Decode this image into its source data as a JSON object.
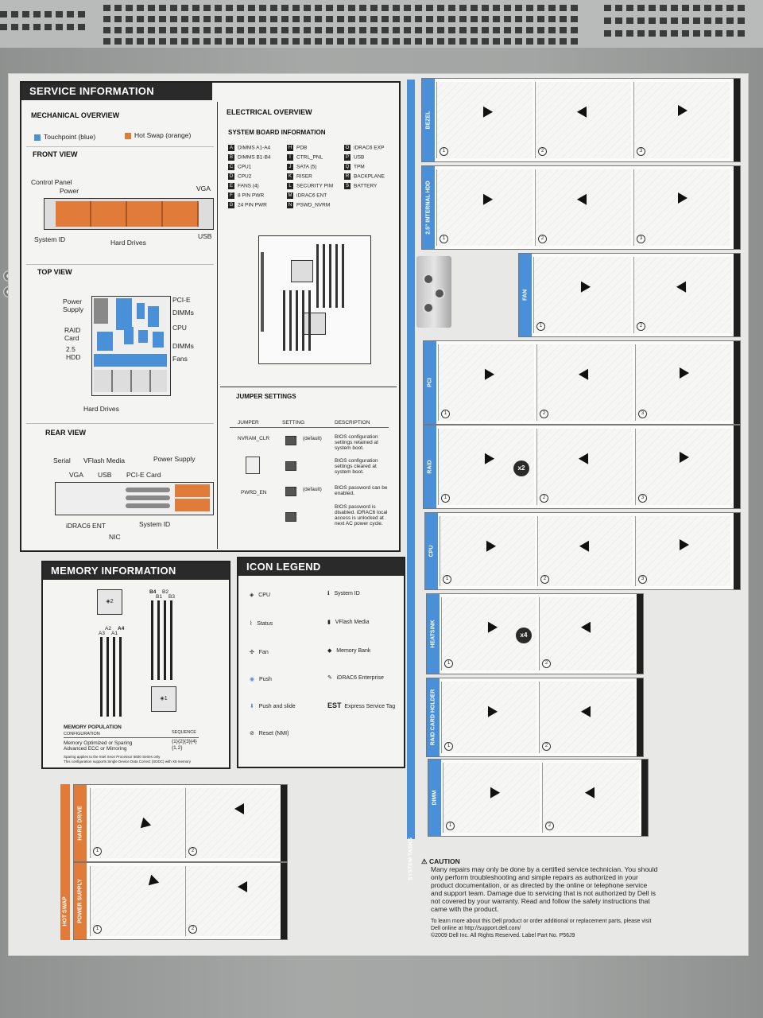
{
  "service": {
    "title": "SERVICE INFORMATION",
    "mechanical": {
      "title": "MECHANICAL OVERVIEW",
      "legend_blue": "Touchpoint (blue)",
      "legend_orange": "Hot Swap (orange)",
      "front_view": "FRONT VIEW",
      "front_labels": {
        "control_panel": "Control Panel",
        "power": "Power",
        "vga": "VGA",
        "system_id": "System ID",
        "hard_drives": "Hard Drives",
        "usb": "USB"
      },
      "top_view": "TOP VIEW",
      "top_labels": {
        "power_supply": "Power\nSupply",
        "pcie": "PCI-E",
        "dimms1": "DIMMs",
        "cpu": "CPU",
        "raid_card": "RAID\nCard",
        "dimms2": "DIMMs",
        "hdd": "2.5\nHDD",
        "fans": "Fans",
        "hard_drives": "Hard Drives"
      },
      "rear_view": "REAR VIEW",
      "rear_labels": {
        "serial": "Serial",
        "vflash": "VFlash Media",
        "power_supply": "Power Supply",
        "vga": "VGA",
        "usb": "USB",
        "pcie_card": "PCI-E Card",
        "idrac": "iDRAC6 ENT",
        "system_id": "System ID",
        "nic": "NIC"
      }
    },
    "electrical": {
      "title": "ELECTRICAL OVERVIEW",
      "board_info": "SYSTEM BOARD INFORMATION",
      "col1": [
        {
          "k": "A",
          "v": "DIMMS A1-A4"
        },
        {
          "k": "B",
          "v": "DIMMS B1-B4"
        },
        {
          "k": "C",
          "v": "CPU1"
        },
        {
          "k": "D",
          "v": "CPU2"
        },
        {
          "k": "E",
          "v": "FANS (4)"
        },
        {
          "k": "F",
          "v": "8 PIN PWR"
        },
        {
          "k": "G",
          "v": "24 PIN PWR"
        }
      ],
      "col2": [
        {
          "k": "H",
          "v": "PDB"
        },
        {
          "k": "I",
          "v": "CTRL_PNL"
        },
        {
          "k": "J",
          "v": "SATA (5)"
        },
        {
          "k": "K",
          "v": "RISER"
        },
        {
          "k": "L",
          "v": "SECURITY PIM"
        },
        {
          "k": "M",
          "v": "iDRAC6 ENT"
        },
        {
          "k": "N",
          "v": "PSWD_NVRM"
        }
      ],
      "col3": [
        {
          "k": "O",
          "v": "iDRAC6 EXP"
        },
        {
          "k": "P",
          "v": "USB"
        },
        {
          "k": "Q",
          "v": "TPM"
        },
        {
          "k": "R",
          "v": "BACKPLANE"
        },
        {
          "k": "S",
          "v": "BATTERY"
        }
      ],
      "jumper_title": "JUMPER SETTINGS",
      "jumper_headers": {
        "jumper": "JUMPER",
        "setting": "SETTING",
        "description": "DESCRIPTION"
      },
      "jumper_names": {
        "nvram": "NVRAM_CLR",
        "pwrd": "PWRD_EN"
      },
      "jumper_rows": [
        {
          "setting": "(default)",
          "desc": "BIOS configuration settings retained at system boot."
        },
        {
          "setting": "",
          "desc": "BIOS configuration settings cleared at system boot."
        },
        {
          "setting": "(default)",
          "desc": "BIOS password can be enabled."
        },
        {
          "setting": "",
          "desc": "BIOS password is disabled. iDRAC6 local access is unlocked at next AC power cycle."
        }
      ]
    }
  },
  "memory": {
    "title": "MEMORY INFORMATION",
    "slots": {
      "b4": "B4",
      "b1": "B1",
      "b2": "B2",
      "b3": "B3",
      "a3": "A3",
      "a2": "A2",
      "a1": "A1",
      "a4": "A4"
    },
    "cpu2": "2",
    "cpu1": "1",
    "population": "MEMORY POPULATION",
    "configuration": "CONFIGURATION",
    "sequence": "SEQUENCE",
    "row1_config": "Memory Optimized or Sparing",
    "row1_seq": "{1}{2}{3}{4}",
    "row2_config": "Advanced ECC or Mirroring",
    "row2_seq": "{1,2}",
    "foot1": "Sparing applies to the Intel Xeon Processor 5600 Series only",
    "foot2": "This configuration supports Single Device Data Correct (SDDC) with X8 memory"
  },
  "legend": {
    "title": "ICON LEGEND",
    "left": [
      "CPU",
      "Status",
      "Fan",
      "Push",
      "Push and slide",
      "Reset (NMI)"
    ],
    "right": [
      "System ID",
      "VFlash Media",
      "Memory Bank",
      "iDRAC6 Enterprise",
      "Express Service Tag"
    ],
    "est": "EST"
  },
  "system_tasks": {
    "label": "SYSTEM TASKS",
    "strips": [
      {
        "label": "BEZEL",
        "steps": 3
      },
      {
        "label": "2.5\" INTERNAL HDD",
        "steps": 3
      },
      {
        "label": "FAN",
        "steps": 2
      },
      {
        "label": "PCI",
        "steps": 3
      },
      {
        "label": "RAID",
        "steps": 3,
        "badge": "x2"
      },
      {
        "label": "CPU",
        "steps": 3
      },
      {
        "label": "HEATSINK",
        "steps": 2,
        "badge": "x4"
      },
      {
        "label": "RAID CARD HOLDER",
        "steps": 2
      },
      {
        "label": "DIMM",
        "steps": 2
      }
    ]
  },
  "hot_swap": {
    "label": "HOT SWAP",
    "strips": [
      {
        "label": "HARD DRIVE",
        "steps": 2
      },
      {
        "label": "POWER SUPPLY",
        "steps": 2
      }
    ]
  },
  "caution": {
    "title": "CAUTION",
    "body": "Many repairs may only be done by a certified service technician. You should only perform troubleshooting and simple repairs as authorized in your product documentation, or as directed by the online or telephone service and support team. Damage due to servicing that is not authorized by Dell is not covered by your warranty. Read and follow the safety instructions that came with the product.",
    "learn": "To learn more about this Dell product or order additional or replacement parts, please visit Dell online at http://support.dell.com/",
    "copyright": "©2009 Dell Inc. All Rights Reserved. Label Part No. P56J9"
  },
  "colors": {
    "touchpoint": "#4a90d9",
    "hotswap": "#e07b39",
    "header": "#2a2a2a"
  }
}
